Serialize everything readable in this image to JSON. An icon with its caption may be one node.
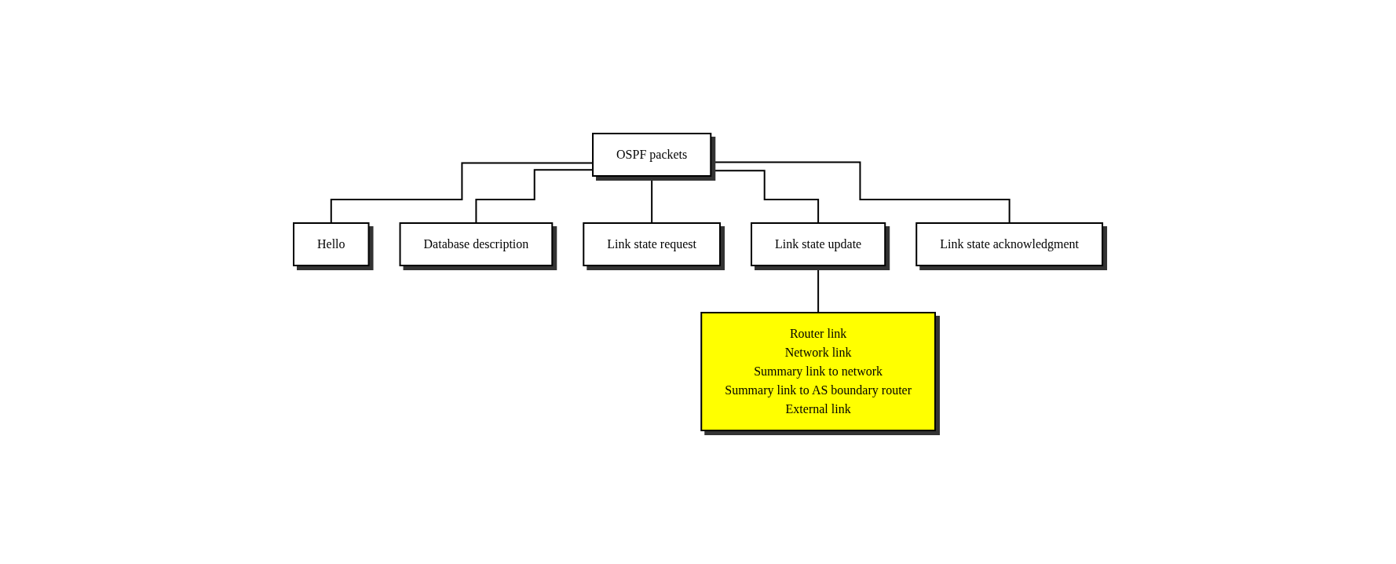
{
  "diagram": {
    "nodes": [
      {
        "text": [
          "OSPF packets"
        ]
      },
      {
        "text": [
          "Hello"
        ]
      },
      {
        "text": [
          "Database description"
        ]
      },
      {
        "text": [
          "Link state request"
        ]
      },
      {
        "text": [
          "Link state update"
        ]
      },
      {
        "text": [
          "Link state acknowledgment"
        ]
      },
      {
        "text": [
          "Router link",
          "Network link",
          "Summary link to network",
          "Summary link to AS boundary router",
          "External link"
        ]
      }
    ],
    "edges": [
      {
        "from": 0,
        "to": 1,
        "arrow": "none"
      },
      {
        "from": 0,
        "to": 2,
        "arrow": "none"
      },
      {
        "from": 0,
        "to": 3,
        "arrow": "none"
      },
      {
        "from": 0,
        "to": 4,
        "arrow": "none"
      },
      {
        "from": 0,
        "to": 5,
        "arrow": "none"
      },
      {
        "from": 4,
        "to": 6,
        "arrow": "none"
      }
    ]
  }
}
